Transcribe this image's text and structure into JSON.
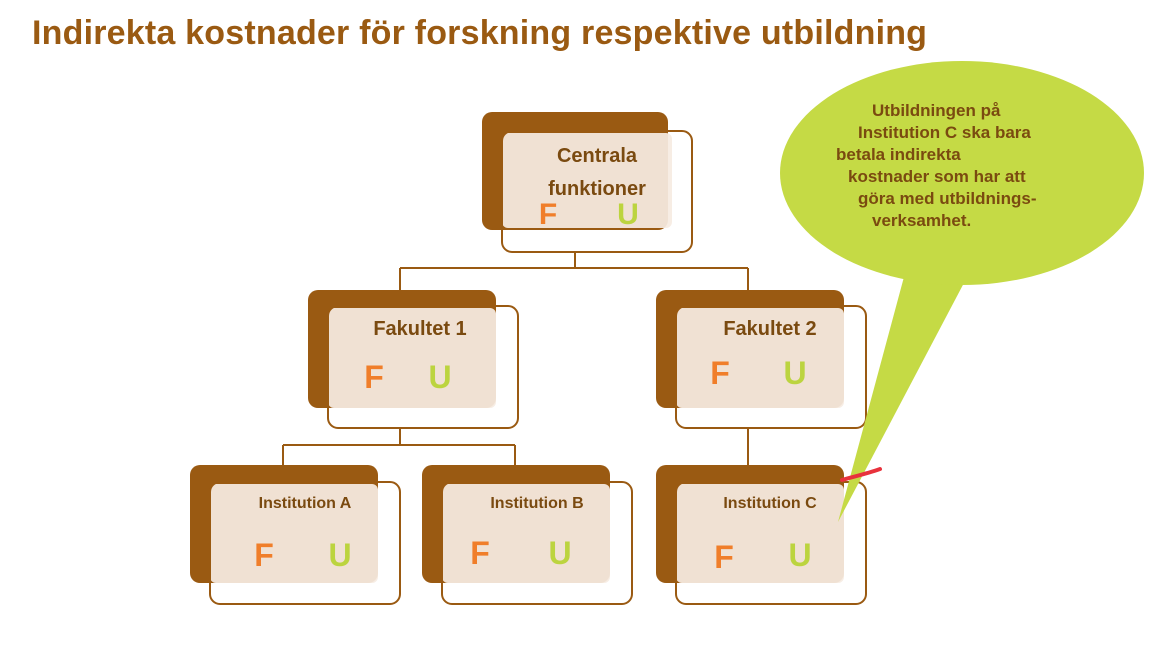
{
  "title": "Indirekta kostnader för forskning respektive utbildning",
  "nodes": {
    "centrala": {
      "label_line1": "Centrala",
      "label_line2": "funktioner",
      "f": "F",
      "u": "U"
    },
    "fakultet1": {
      "label": "Fakultet 1",
      "f": "F",
      "u": "U"
    },
    "fakultet2": {
      "label": "Fakultet 2",
      "f": "F",
      "u": "U"
    },
    "institution_a": {
      "label": "Institution A",
      "f": "F",
      "u": "U"
    },
    "institution_b": {
      "label": "Institution B",
      "f": "F",
      "u": "U"
    },
    "institution_c": {
      "label": "Institution C",
      "f": "F",
      "u": "U"
    }
  },
  "callout": {
    "lines": [
      "Utbildningen på",
      "Institution C ska bara",
      "betala indirekta",
      "kostnader som har att",
      "göra med utbildnings-",
      "verksamhet."
    ]
  },
  "colors": {
    "title": "#9a5a12",
    "box_back": "#9a5a12",
    "box_front": "#f6ece2",
    "box_outline": "#9a5a12",
    "connector": "#9a5a12",
    "f_letter": "#f07e2a",
    "u_letter": "#bcd43f",
    "callout_fill": "#c5da45",
    "callout_text": "#7a4a10",
    "annotation_mark": "#e8323c"
  }
}
